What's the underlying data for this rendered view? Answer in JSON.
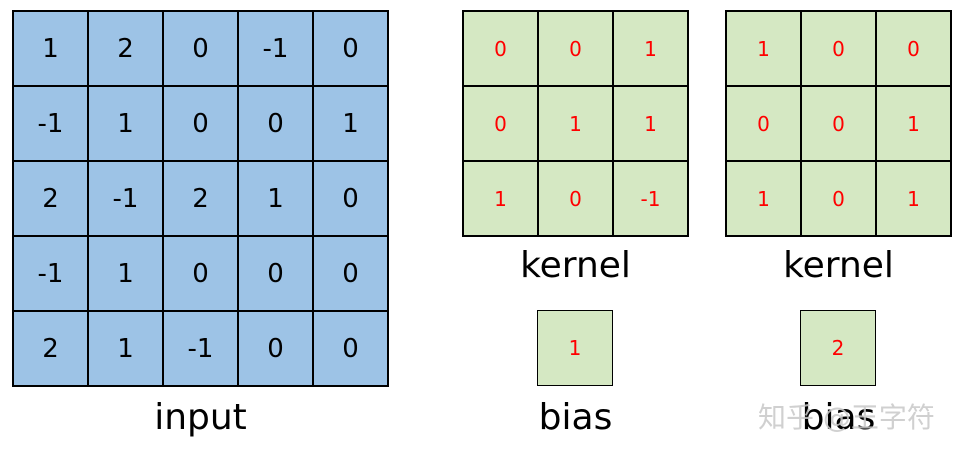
{
  "input": {
    "label": "input",
    "values": [
      [
        "1",
        "2",
        "0",
        "-1",
        "0"
      ],
      [
        "-1",
        "1",
        "0",
        "0",
        "1"
      ],
      [
        "2",
        "-1",
        "2",
        "1",
        "0"
      ],
      [
        "-1",
        "1",
        "0",
        "0",
        "0"
      ],
      [
        "2",
        "1",
        "-1",
        "0",
        "0"
      ]
    ]
  },
  "kernels": [
    {
      "label": "kernel",
      "values": [
        [
          "0",
          "0",
          "1"
        ],
        [
          "0",
          "1",
          "1"
        ],
        [
          "1",
          "0",
          "-1"
        ]
      ],
      "bias_label": "bias",
      "bias": "1"
    },
    {
      "label": "kernel",
      "values": [
        [
          "1",
          "0",
          "0"
        ],
        [
          "0",
          "0",
          "1"
        ],
        [
          "1",
          "0",
          "1"
        ]
      ],
      "bias_label": "bias",
      "bias": "2"
    }
  ],
  "watermark": "知乎 @王字符",
  "colors": {
    "input_fill": "#9dc3e6",
    "kernel_fill": "#d5e8c3",
    "kernel_text": "#ff0000"
  }
}
